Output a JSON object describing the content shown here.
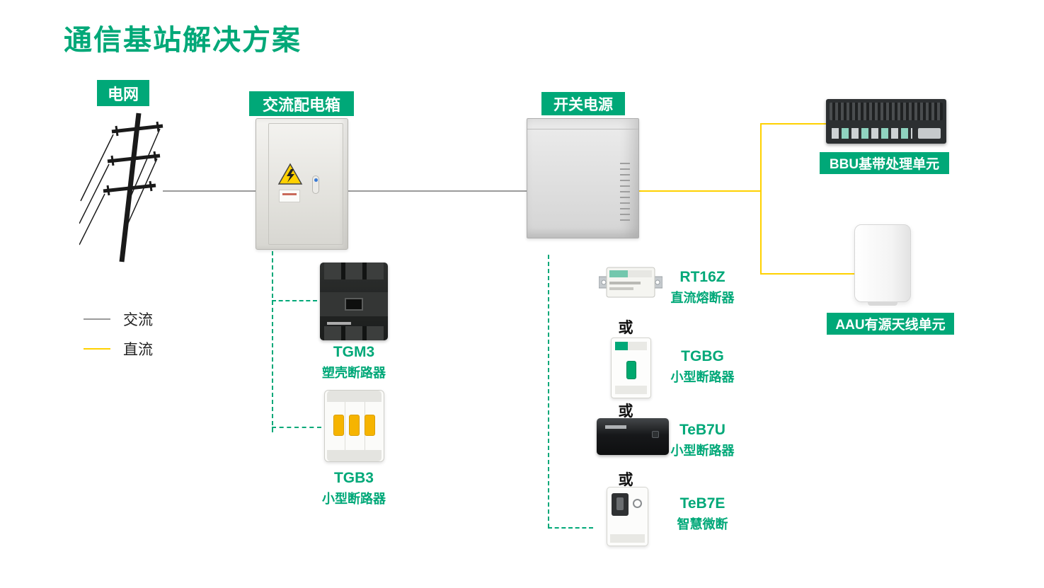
{
  "title": "通信基站解决方案",
  "colors": {
    "accent": "#00a878",
    "dc_yellow": "#ffd100",
    "ac_gray": "#9b9b9b"
  },
  "nodes": {
    "grid": {
      "label": "电网"
    },
    "ac_box": {
      "label": "交流配电箱"
    },
    "power_supply": {
      "label": "开关电源"
    },
    "bbu": {
      "label": "BBU基带处理单元"
    },
    "aau": {
      "label": "AAU有源天线单元"
    }
  },
  "legend": {
    "ac": {
      "label": "交流",
      "color": "#9b9b9b"
    },
    "dc": {
      "label": "直流",
      "color": "#ffd100"
    }
  },
  "connector": {
    "or": "或"
  },
  "products": {
    "tgm3": {
      "name": "TGM3",
      "desc": "塑壳断路器"
    },
    "tgb3": {
      "name": "TGB3",
      "desc": "小型断路器"
    },
    "rt16z": {
      "name": "RT16Z",
      "desc": "直流熔断器"
    },
    "tgbg": {
      "name": "TGBG",
      "desc": "小型断路器"
    },
    "teb7u": {
      "name": "TeB7U",
      "desc": "小型断路器"
    },
    "teb7e": {
      "name": "TeB7E",
      "desc": "智慧微断"
    }
  }
}
